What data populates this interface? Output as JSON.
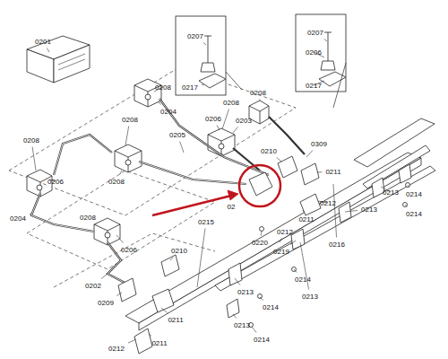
{
  "diagram": {
    "labels": [
      "0207",
      "0207",
      "0201",
      "0206",
      "0217",
      "0217",
      "0208",
      "0208",
      "0204",
      "0208",
      "0206",
      "0203",
      "0208",
      "0208",
      "0205",
      "0309",
      "0206",
      "0208",
      "0210",
      "0211",
      "02",
      "0213",
      "0214",
      "0212",
      "0213",
      "0214",
      "0211",
      "0204",
      "0208",
      "0215",
      "0212",
      "0220",
      "0219",
      "0206",
      "0216",
      "0210",
      "0214",
      "0202",
      "0213",
      "0209",
      "0213",
      "0214",
      "0211",
      "0213",
      "0214",
      "0212",
      "0211"
    ]
  }
}
